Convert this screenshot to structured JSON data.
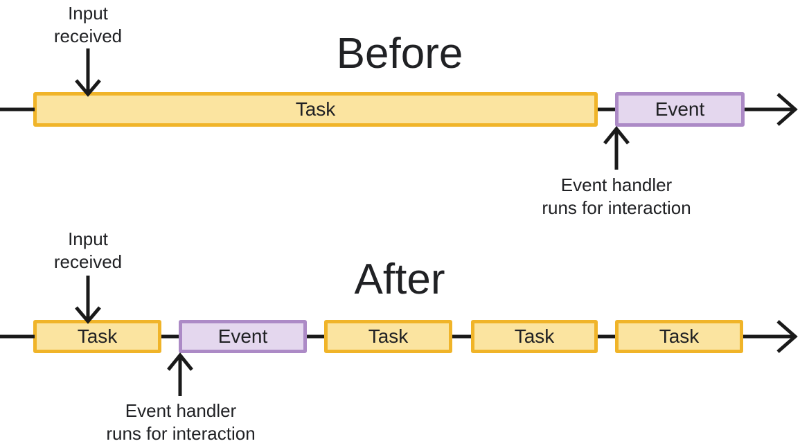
{
  "colors": {
    "task_fill": "#FBE4A0",
    "task_border": "#F0B429",
    "event_fill": "#E4D7EE",
    "event_border": "#AC8AC6",
    "line": "#1A1A1A",
    "text": "#202124",
    "background": "#FFFFFF"
  },
  "before": {
    "title": "Before",
    "input_label_line1": "Input",
    "input_label_line2": "received",
    "handler_label_line1": "Event handler",
    "handler_label_line2": "runs for interaction",
    "segments": [
      {
        "type": "task",
        "label": "Task"
      },
      {
        "type": "event",
        "label": "Event"
      }
    ]
  },
  "after": {
    "title": "After",
    "input_label_line1": "Input",
    "input_label_line2": "received",
    "handler_label_line1": "Event handler",
    "handler_label_line2": "runs for interaction",
    "segments": [
      {
        "type": "task",
        "label": "Task"
      },
      {
        "type": "event",
        "label": "Event"
      },
      {
        "type": "task",
        "label": "Task"
      },
      {
        "type": "task",
        "label": "Task"
      },
      {
        "type": "task",
        "label": "Task"
      }
    ]
  }
}
